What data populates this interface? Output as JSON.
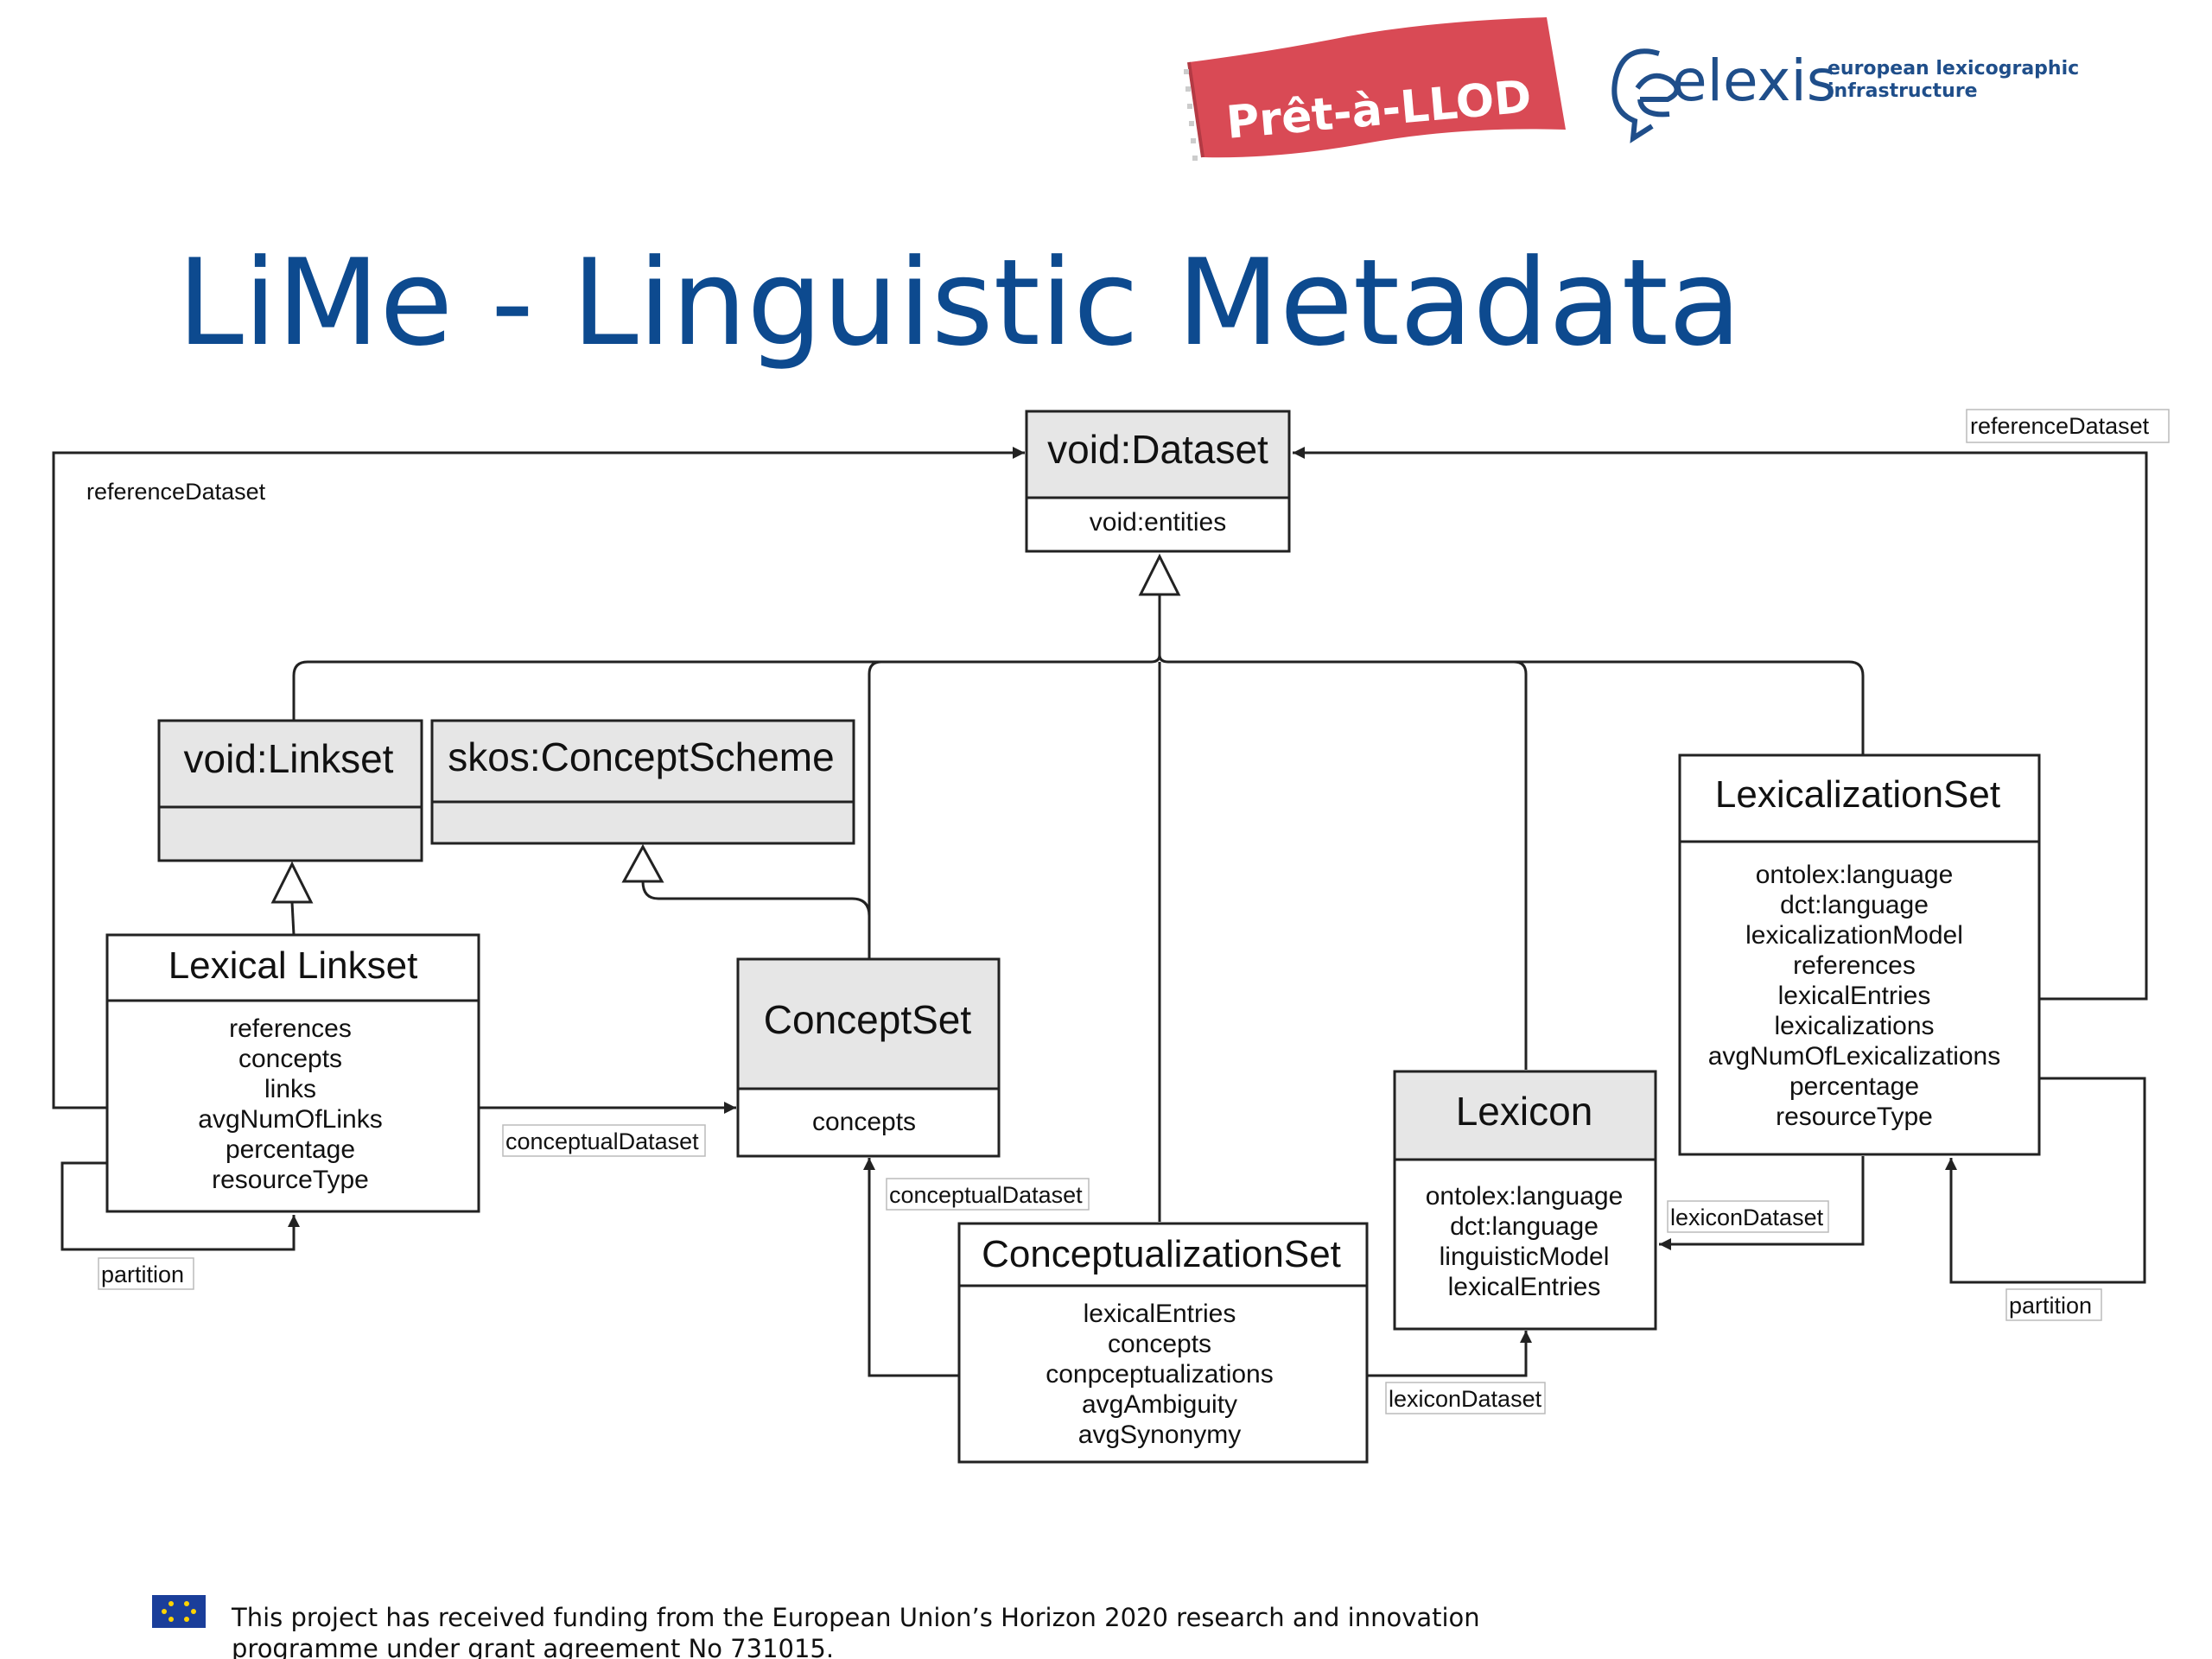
{
  "logos": {
    "pret_a_llod": "Prêt-à-LLOD",
    "elexis_name": "elexis",
    "elexis_tagline": [
      "european lexicographic",
      "infrastructure"
    ]
  },
  "title": "LiMe - Linguistic Metadata",
  "diagram": {
    "classes": {
      "void_dataset": {
        "name": "void:Dataset",
        "attributes": [
          "void:entities"
        ]
      },
      "void_linkset": {
        "name": "void:Linkset",
        "attributes": []
      },
      "skos_conceptscheme": {
        "name": "skos:ConceptScheme",
        "attributes": []
      },
      "lexical_linkset": {
        "name": "Lexical Linkset",
        "attributes": [
          "references",
          "concepts",
          "links",
          "avgNumOfLinks",
          "percentage",
          "resourceType"
        ]
      },
      "conceptset": {
        "name": "ConceptSet",
        "attributes": [
          "concepts"
        ]
      },
      "conceptualizationset": {
        "name": "ConceptualizationSet",
        "attributes": [
          "lexicalEntries",
          "concepts",
          "conpceptualizations",
          "avgAmbiguity",
          "avgSynonymy"
        ]
      },
      "lexicon": {
        "name": "Lexicon",
        "attributes": [
          "ontolex:language",
          "dct:language",
          "linguisticModel",
          "lexicalEntries"
        ]
      },
      "lexicalizationset": {
        "name": "LexicalizationSet",
        "attributes": [
          "ontolex:language",
          "dct:language",
          "lexicalizationModel",
          "references",
          "lexicalEntries",
          "lexicalizations",
          "avgNumOfLexicalizations",
          "percentage",
          "resourceType"
        ]
      }
    },
    "edge_labels": {
      "ref_left": "referenceDataset",
      "ref_right": "referenceDataset",
      "partition_left": "partition",
      "partition_right": "partition",
      "conceptual_linkset": "conceptualDataset",
      "conceptual_conceptualization": "conceptualDataset",
      "lexicon_conceptualization": "lexiconDataset",
      "lexicon_lexicalization": "lexiconDataset"
    }
  },
  "footer": {
    "line1": "This project has received funding from the European Union’s Horizon 2020 research and innovation",
    "line2": "programme under grant agreement No 731015."
  },
  "colors": {
    "title": "#0d4a8f",
    "ribbon": "#d94a55",
    "elexis": "#1f4e8a",
    "class_header_fill": "#e6e6e6",
    "line": "#222222"
  }
}
